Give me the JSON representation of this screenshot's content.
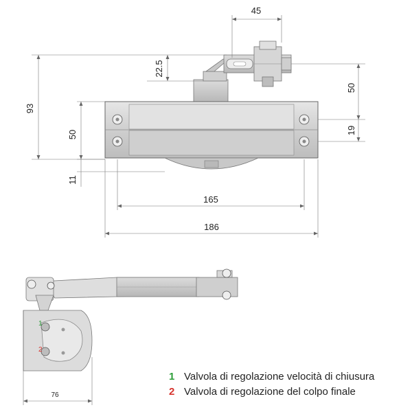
{
  "dimensions": {
    "d45": "45",
    "d22_5": "22.5",
    "d50_right": "50",
    "d19": "19",
    "d93": "93",
    "d50_left": "50",
    "d11": "11",
    "d165": "165",
    "d186": "186",
    "d76": "76"
  },
  "legend": [
    {
      "number": "1",
      "text": "Valvola di regolazione velocità di chiusura",
      "color": "#2e9e3a"
    },
    {
      "number": "2",
      "text": "Valvola di regolazione del colpo finale",
      "color": "#d6322c"
    }
  ],
  "markers": {
    "m1": "1",
    "m2": "2"
  }
}
